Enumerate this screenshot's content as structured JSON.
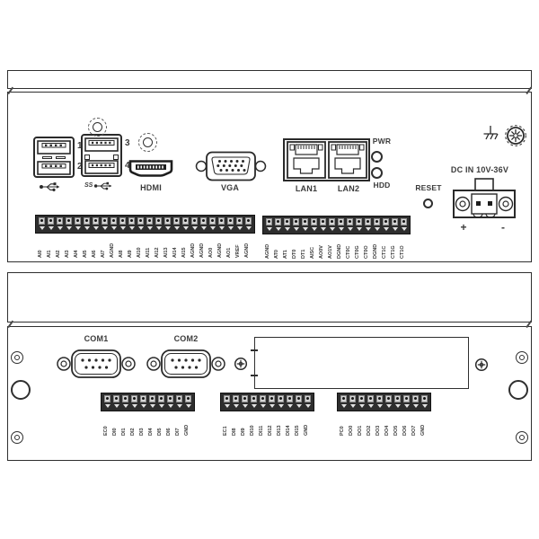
{
  "colors": {
    "line": "#2f2f2f",
    "label": "#3b3b3b",
    "block_bg": "#2e2e2e",
    "dark_fill": "#1e1e1e"
  },
  "top_panel": {
    "usb2_ports": {
      "port1": "1",
      "port2": "2",
      "icon": "usb-icon"
    },
    "usb3_ports": {
      "port3": "3",
      "port4": "4",
      "ss_label": "SS",
      "icon": "ss-usb-icon"
    },
    "hdmi": {
      "label": "HDMI"
    },
    "vga": {
      "label": "VGA"
    },
    "lan": {
      "lan1_label": "LAN1",
      "lan2_label": "LAN2"
    },
    "leds": {
      "pwr_label": "PWR",
      "hdd_label": "HDD"
    },
    "reset": {
      "label": "RESET"
    },
    "dc_in": {
      "label": "DC IN 10V-36V",
      "plus": "+",
      "minus": "-"
    },
    "terminal_block_1": {
      "labels": [
        "AI0",
        "AI1",
        "AI2",
        "AI3",
        "AI4",
        "AI5",
        "AI6",
        "AI7",
        "AGND",
        "AI8",
        "AI9",
        "AI10",
        "AI11",
        "AI12",
        "AI13",
        "AI14",
        "AI15",
        "AGND",
        "AGND",
        "AO0",
        "AGND",
        "AO1",
        "VREF",
        "AGND"
      ]
    },
    "terminal_block_2": {
      "labels": [
        "AGND",
        "AT0",
        "AT1",
        "DT0",
        "DT1",
        "AISC",
        "AO0V",
        "AO1V",
        "DGND",
        "CT0C",
        "CT0G",
        "CT0O",
        "DGND",
        "CT1C",
        "CT1G",
        "CT1O"
      ]
    }
  },
  "bottom_panel": {
    "com1": {
      "label": "COM1"
    },
    "com2": {
      "label": "COM2"
    },
    "di_block_0": {
      "labels": [
        "EC0",
        "DI0",
        "DI1",
        "DI2",
        "DI3",
        "DI4",
        "DI5",
        "DI6",
        "DI7",
        "GND"
      ]
    },
    "di_block_1": {
      "labels": [
        "EC1",
        "DI8",
        "DI9",
        "DI10",
        "DI11",
        "DI12",
        "DI13",
        "DI14",
        "DI15",
        "GND"
      ]
    },
    "do_block": {
      "labels": [
        "PC0",
        "DO0",
        "DO1",
        "DO2",
        "DO3",
        "DO4",
        "DO5",
        "DO6",
        "DO7",
        "GND"
      ]
    }
  }
}
